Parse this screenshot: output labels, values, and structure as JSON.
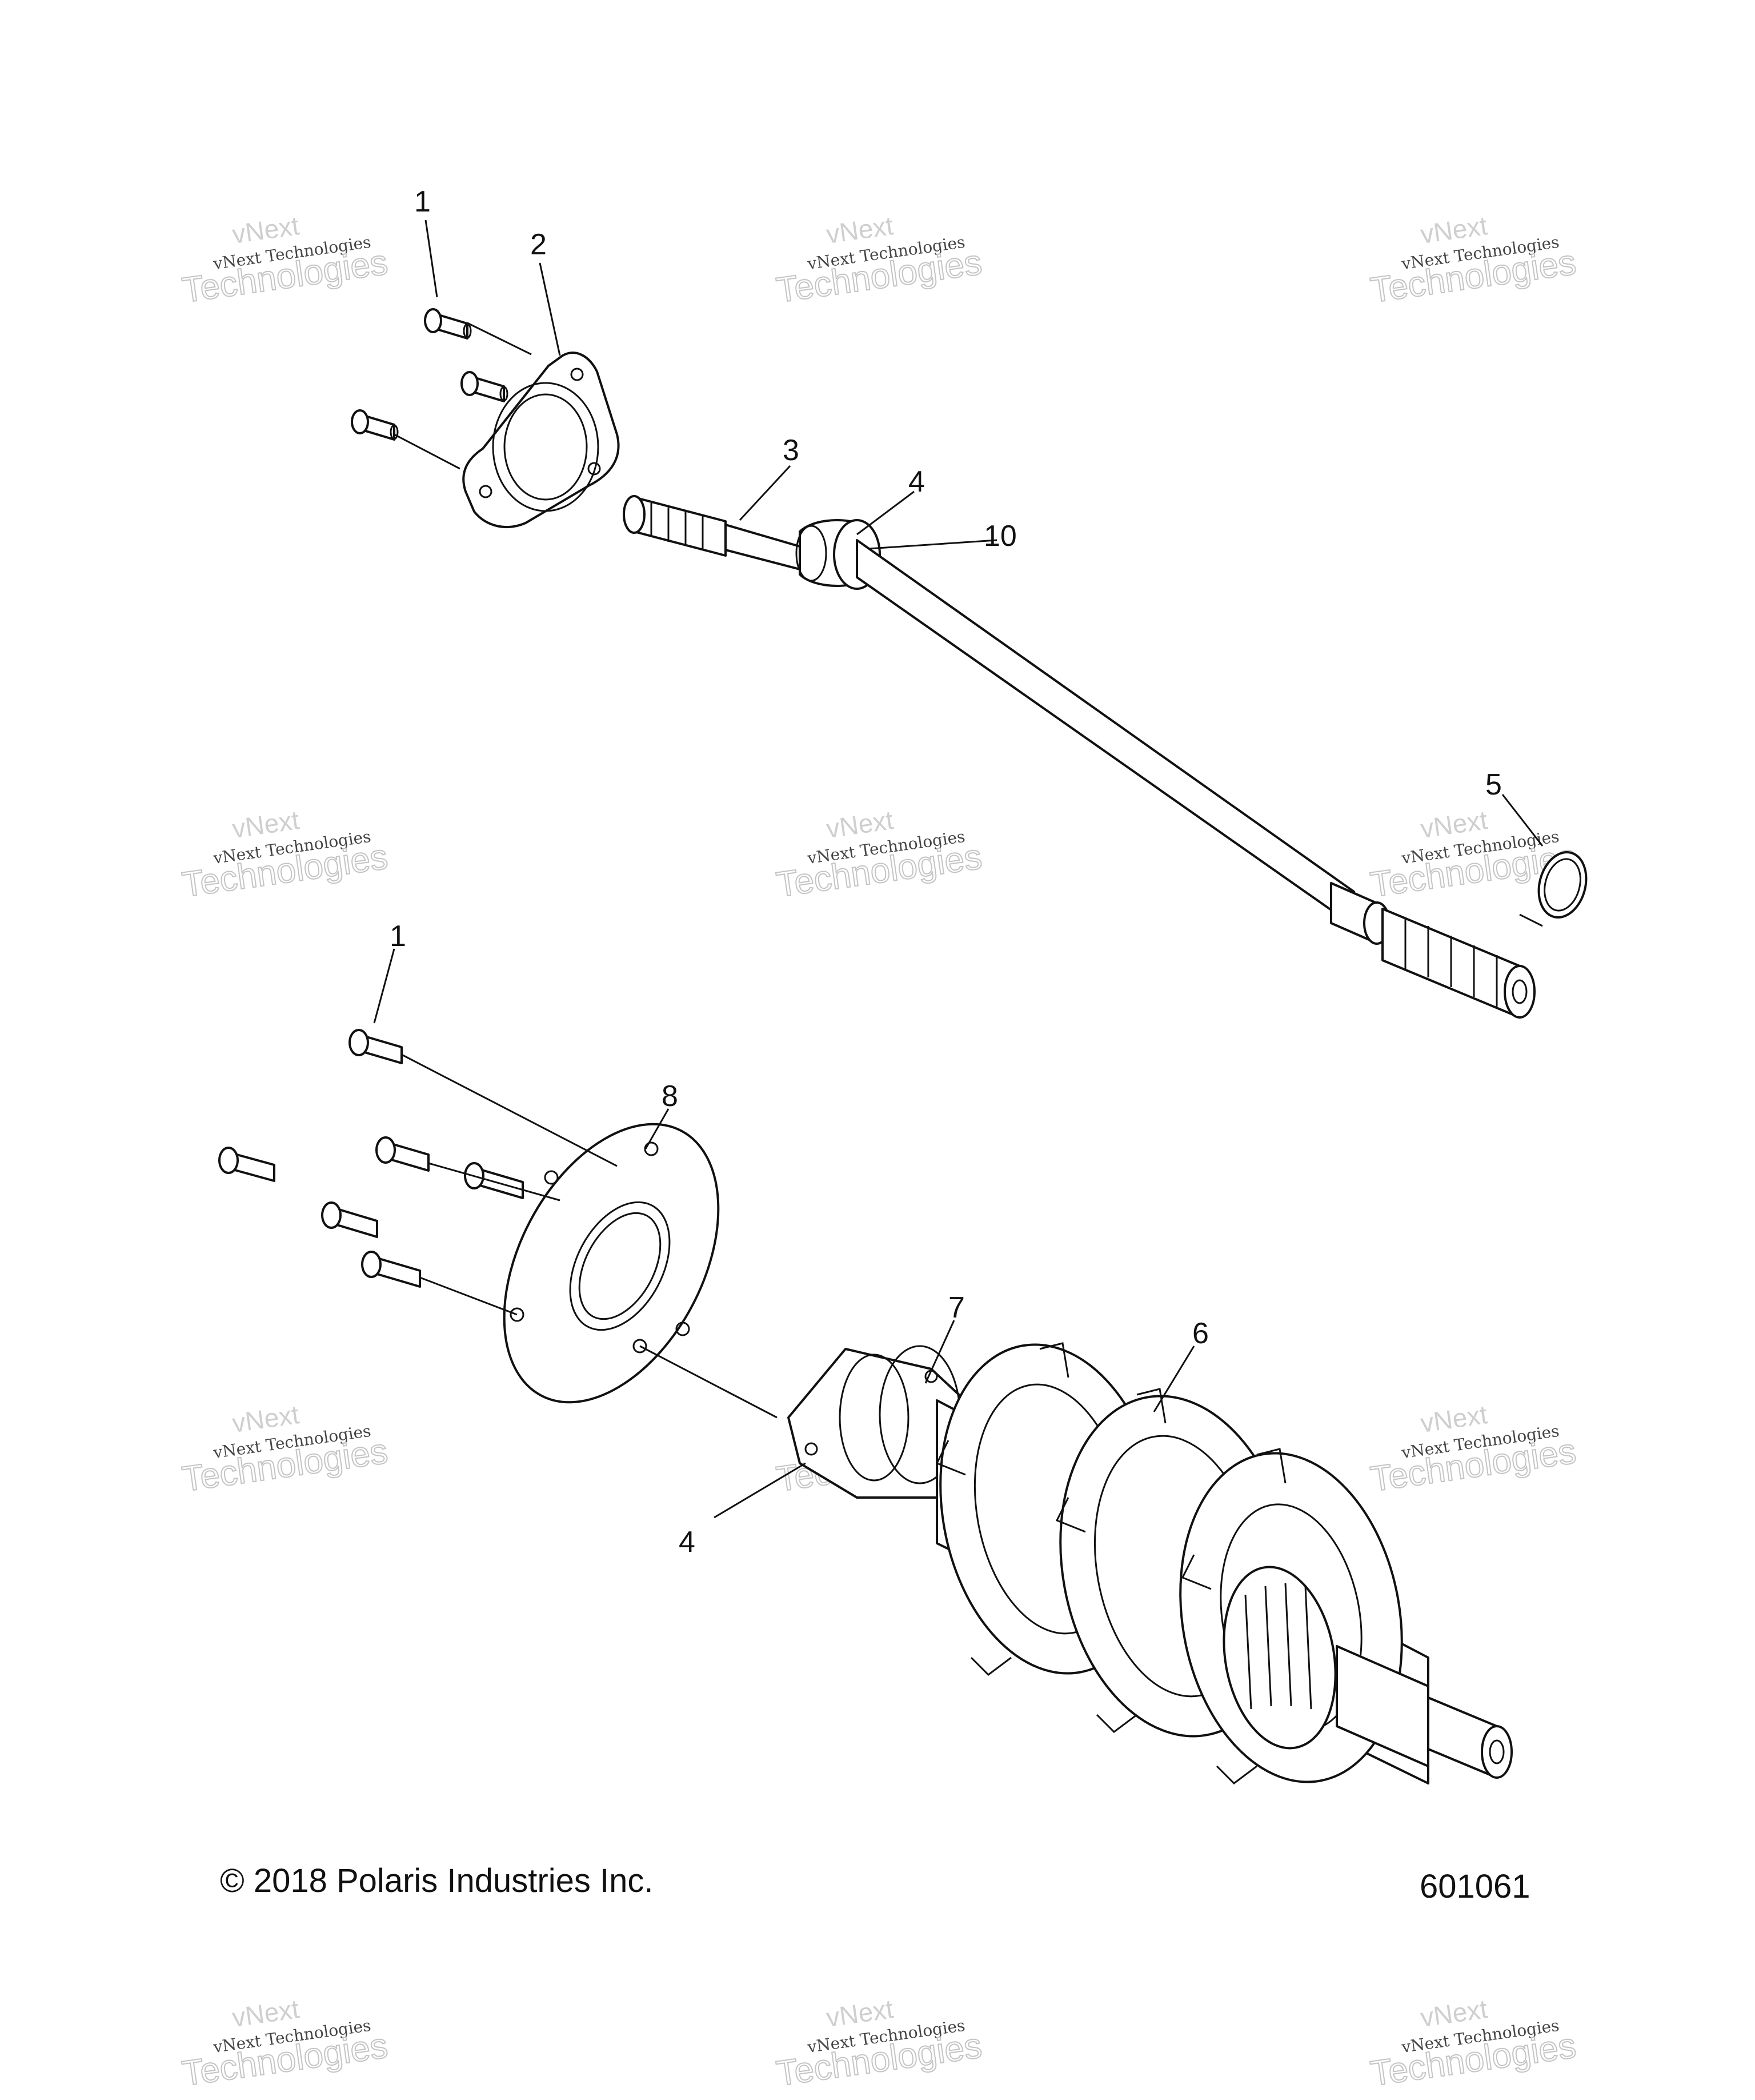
{
  "diagram": {
    "callouts": [
      {
        "id": "c1a",
        "label": "1"
      },
      {
        "id": "c2",
        "label": "2"
      },
      {
        "id": "c3",
        "label": "3"
      },
      {
        "id": "c4a",
        "label": "4"
      },
      {
        "id": "c10",
        "label": "10"
      },
      {
        "id": "c5",
        "label": "5"
      },
      {
        "id": "c1b",
        "label": "1"
      },
      {
        "id": "c8",
        "label": "8"
      },
      {
        "id": "c7",
        "label": "7"
      },
      {
        "id": "c6",
        "label": "6"
      },
      {
        "id": "c4b",
        "label": "4"
      }
    ],
    "copyright": "© 2018 Polaris Industries Inc.",
    "drawing_number": "601061"
  },
  "watermark": {
    "line1": "vNext",
    "line2": "vNext Technologies",
    "line3": "Technologies"
  }
}
